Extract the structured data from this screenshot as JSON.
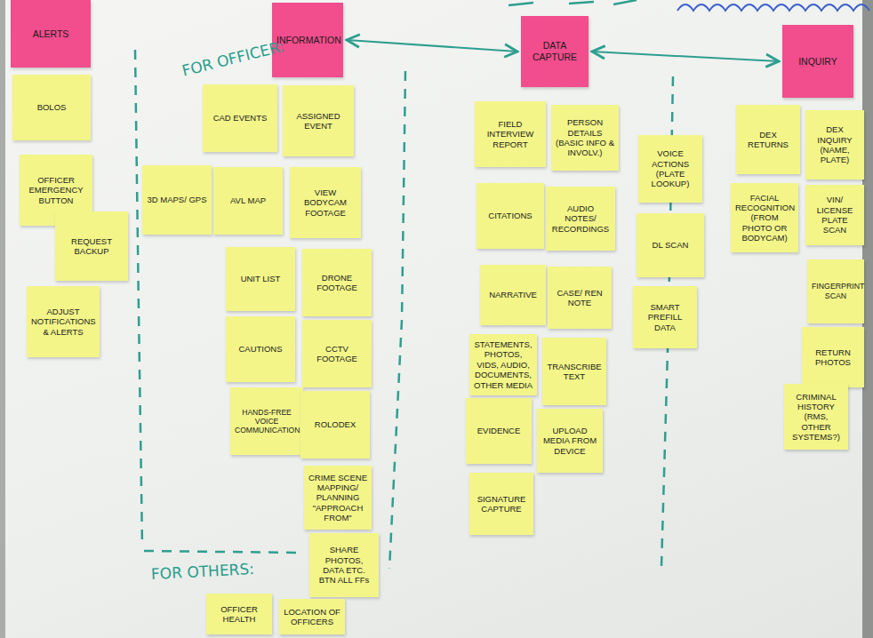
{
  "diagram": {
    "nodes": [
      {
        "text": [
          "ALERTS"
        ]
      },
      {
        "text": [
          "INFORMATION"
        ]
      },
      {
        "text": [
          "DATA CAPTURE"
        ]
      },
      {
        "text": [
          "INQUIRY"
        ]
      },
      {
        "text": [
          "BOLOS"
        ]
      },
      {
        "text": [
          "OFFICER EMERGENCY BUTTON"
        ]
      },
      {
        "text": [
          "REQUEST BACKUP"
        ]
      },
      {
        "text": [
          "ADJUST NOTIFICATIONS & ALERTS"
        ]
      },
      {
        "text": [
          "CAD EVENTS"
        ]
      },
      {
        "text": [
          "ASSIGNED EVENT"
        ]
      },
      {
        "text": [
          "3D MAPS/ GPS"
        ]
      },
      {
        "text": [
          "AVL MAP"
        ]
      },
      {
        "text": [
          "VIEW BODYCAM FOOTAGE"
        ]
      },
      {
        "text": [
          "UNIT LIST"
        ]
      },
      {
        "text": [
          "DRONE FOOTAGE"
        ]
      },
      {
        "text": [
          "CAUTIONS"
        ]
      },
      {
        "text": [
          "CCTV FOOTAGE"
        ]
      },
      {
        "text": [
          "HANDS-FREE VOICE COMMUNICATION"
        ]
      },
      {
        "text": [
          "ROLODEX"
        ]
      },
      {
        "text": [
          "CRIME SCENE MAPPING/ PLANNING \"APPROACH FROM\""
        ]
      },
      {
        "text": [
          "SHARE PHOTOS, DATA ETC. BTN ALL FFs"
        ]
      },
      {
        "text": [
          "OFFICER HEALTH"
        ]
      },
      {
        "text": [
          "LOCATION OF OFFICERS"
        ]
      },
      {
        "text": [
          "FIELD INTERVIEW REPORT"
        ]
      },
      {
        "text": [
          "PERSON DETAILS (BASIC INFO & INVOLV.)"
        ]
      },
      {
        "text": [
          "CITATIONS"
        ]
      },
      {
        "text": [
          "AUDIO NOTES/ RECORDINGS"
        ]
      },
      {
        "text": [
          "NARRATIVE"
        ]
      },
      {
        "text": [
          "CASE/ REN NOTE"
        ]
      },
      {
        "text": [
          "STATEMENTS, PHOTOS, VIDS, AUDIO, DOCUMENTS, OTHER MEDIA"
        ]
      },
      {
        "text": [
          "TRANSCRIBE TEXT"
        ]
      },
      {
        "text": [
          "EVIDENCE"
        ]
      },
      {
        "text": [
          "UPLOAD MEDIA FROM DEVICE"
        ]
      },
      {
        "text": [
          "SIGNATURE CAPTURE"
        ]
      },
      {
        "text": [
          "VOICE ACTIONS (PLATE LOOKUP)"
        ]
      },
      {
        "text": [
          "DL SCAN"
        ]
      },
      {
        "text": [
          "SMART PREFILL DATA"
        ]
      },
      {
        "text": [
          "DEX RETURNS"
        ]
      },
      {
        "text": [
          "DEX INQUIRY (NAME, PLATE)"
        ]
      },
      {
        "text": [
          "FACIAL RECOGNITION (FROM PHOTO OR BODYCAM)"
        ]
      },
      {
        "text": [
          "VIN/ LICENSE PLATE SCAN"
        ]
      },
      {
        "text": [
          "FINGERPRINT SCAN"
        ]
      },
      {
        "text": [
          "RETURN PHOTOS"
        ]
      },
      {
        "text": [
          "CRIMINAL HISTORY (RMS, OTHER SYSTEMS?)"
        ]
      }
    ],
    "edges": [
      {
        "from": 1,
        "to": 2,
        "arrow": "both"
      },
      {
        "from": 2,
        "to": 3,
        "arrow": "both"
      }
    ],
    "labels": [
      "FOR OFFICER:",
      "FOR OTHERS:"
    ]
  }
}
